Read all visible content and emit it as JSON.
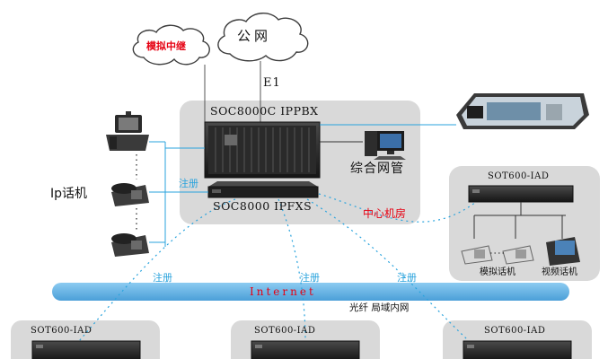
{
  "clouds": {
    "analog_relay": "模拟中继",
    "pstn": "公网"
  },
  "links": {
    "e1": "E1",
    "register_left": "注册",
    "register_bl": "注册",
    "register_bm": "注册",
    "register_br": "注册",
    "internet": "Internet",
    "fiber_lan": "光纤  局域内网"
  },
  "central_room": {
    "pbx_label": "SOC8000C IPPBX",
    "ipfxs_label": "SOC8000 IPFXS",
    "mgmt_label": "综合网管",
    "room_label": "中心机房"
  },
  "left_panel": {
    "ip_phone_label": "Ip话机"
  },
  "right_site": {
    "iad_label": "SOT600-IAD",
    "analog_phone_label": "模拟话机",
    "video_phone_label": "视频话机"
  },
  "bottom_sites": [
    {
      "iad_label": "SOT600-IAD"
    },
    {
      "iad_label": "SOT600-IAD"
    },
    {
      "iad_label": "SOT600-IAD"
    }
  ],
  "colors": {
    "panel_gray": "#d9d9d9",
    "internet_blue": "#6db4e6",
    "link_cyan": "#29a3dd",
    "accent_red": "#e60012",
    "cloud_stroke": "#3c3c3c"
  }
}
